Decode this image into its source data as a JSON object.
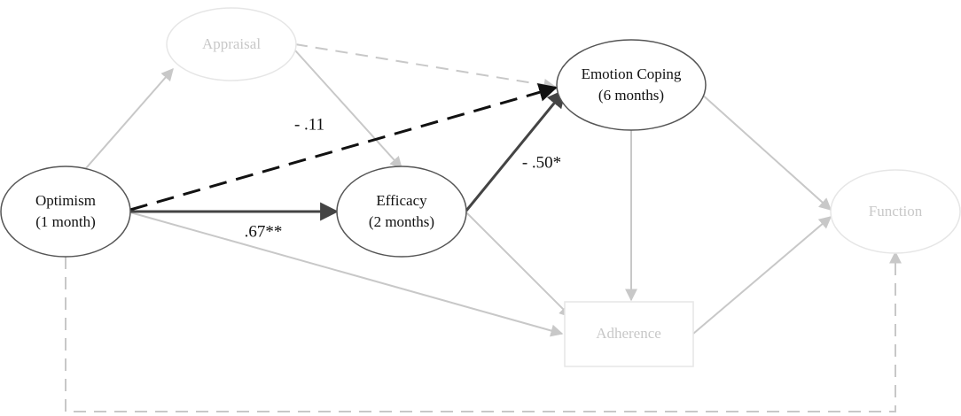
{
  "nodes": {
    "appraisal": {
      "label": "Appraisal"
    },
    "optimism": {
      "line1": "Optimism",
      "line2": "(1 month)"
    },
    "efficacy": {
      "line1": "Efficacy",
      "line2": "(2 months)"
    },
    "emotion_coping": {
      "line1": "Emotion Coping",
      "line2": "(6 months)"
    },
    "function": {
      "label": "Function"
    },
    "adherence": {
      "label": "Adherence"
    }
  },
  "paths": {
    "optimism_to_efficacy": {
      "coefficient": ".67**",
      "style": "solid",
      "emphasis": "highlighted"
    },
    "optimism_to_emotion_coping": {
      "coefficient": "- .11",
      "style": "dashed",
      "emphasis": "highlighted"
    },
    "efficacy_to_emotion_coping": {
      "coefficient": "- .50*",
      "style": "solid",
      "emphasis": "highlighted"
    },
    "optimism_to_appraisal": {
      "style": "solid",
      "emphasis": "faded"
    },
    "appraisal_to_efficacy": {
      "style": "solid",
      "emphasis": "faded"
    },
    "appraisal_to_emotion_coping": {
      "style": "dashed",
      "emphasis": "faded"
    },
    "optimism_to_adherence": {
      "style": "solid",
      "emphasis": "faded"
    },
    "efficacy_to_adherence": {
      "style": "solid",
      "emphasis": "faded"
    },
    "emotion_coping_to_adherence": {
      "style": "solid",
      "emphasis": "faded"
    },
    "emotion_coping_to_function": {
      "style": "solid",
      "emphasis": "faded"
    },
    "adherence_to_function": {
      "style": "solid",
      "emphasis": "faded"
    },
    "optimism_to_function": {
      "style": "dashed",
      "emphasis": "faded"
    }
  },
  "colors": {
    "highlighted_path": "#444444",
    "highlighted_dashed": "#111111",
    "faded_path": "#c8c8c8",
    "faded_node_border": "#e6e6e6",
    "faded_text": "#c8c8c8",
    "dark_node_border": "#555555",
    "dark_text": "#111111"
  }
}
